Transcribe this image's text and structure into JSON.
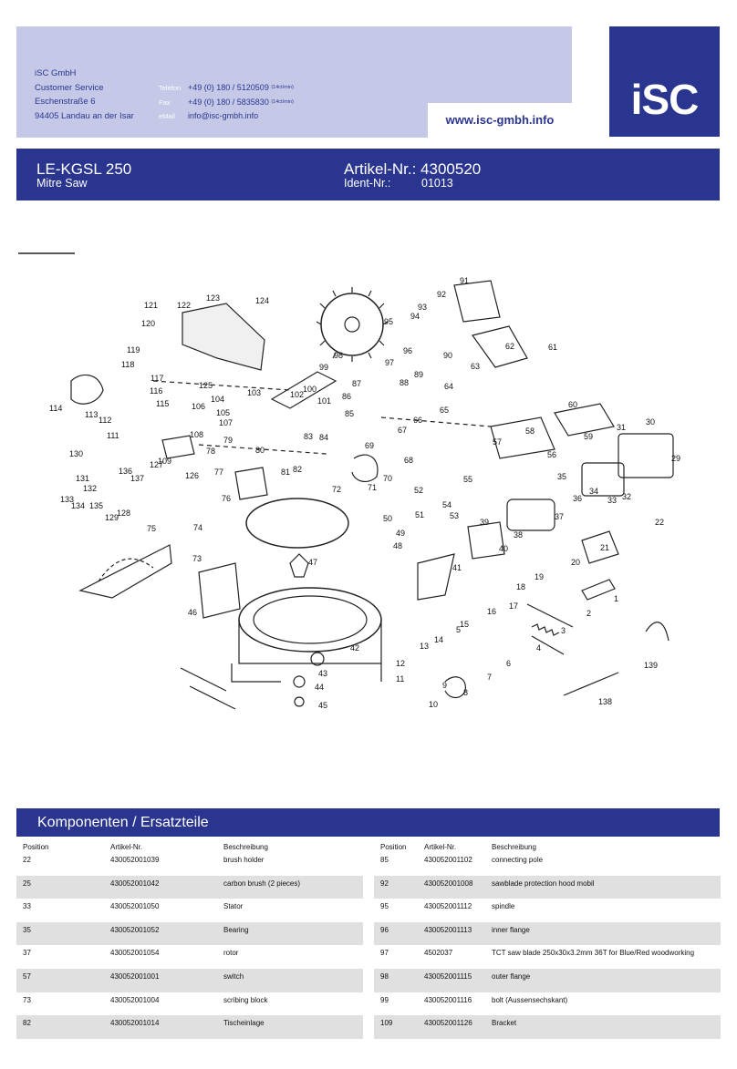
{
  "company": {
    "name": "iSC GmbH",
    "service": "Customer Service",
    "street": "Eschenstraße 6",
    "city": "94405 Landau an der Isar",
    "phone_label": "Telefon",
    "phone": "+49 (0) 180 / 5120509",
    "phone_rate": "(14ct/min)",
    "fax_label": "Fax",
    "fax": "+49 (0) 180 / 5835830",
    "fax_rate": "(14ct/min)",
    "email_label": "eMail",
    "email": "info@isc-gmbh.info",
    "website": "www.isc-gmbh.info",
    "logo": "iSC"
  },
  "product": {
    "model": "LE-KGSL 250",
    "subtitle": "Mitre Saw",
    "article_label": "Artikel-Nr.: 4300520",
    "ident_label": "Ident-Nr.:",
    "ident_value": "01013"
  },
  "section_title": "Komponenten / Ersatzteile",
  "table_headers": {
    "position": "Position",
    "article": "Artikel-Nr.",
    "description": "Beschreibung"
  },
  "parts_left": [
    {
      "pos": "22",
      "art": "430052001039",
      "desc": "brush holder"
    },
    {
      "pos": "25",
      "art": "430052001042",
      "desc": "carbon brush (2 pieces)"
    },
    {
      "pos": "33",
      "art": "430052001050",
      "desc": "Stator"
    },
    {
      "pos": "35",
      "art": "430052001052",
      "desc": "Bearing"
    },
    {
      "pos": "37",
      "art": "430052001054",
      "desc": "rotor"
    },
    {
      "pos": "57",
      "art": "430052001001",
      "desc": "switch"
    },
    {
      "pos": "73",
      "art": "430052001004",
      "desc": "scribing block"
    },
    {
      "pos": "82",
      "art": "430052001014",
      "desc": "Tischeinlage"
    }
  ],
  "parts_right": [
    {
      "pos": "85",
      "art": "430052001102",
      "desc": "connecting pole"
    },
    {
      "pos": "92",
      "art": "430052001008",
      "desc": "sawblade protection hood mobil"
    },
    {
      "pos": "95",
      "art": "430052001112",
      "desc": "spindle"
    },
    {
      "pos": "96",
      "art": "430052001113",
      "desc": "inner flange"
    },
    {
      "pos": "97",
      "art": "4502037",
      "desc": "TCT saw blade 250x30x3.2mm 36T for Blue/Red woodworking"
    },
    {
      "pos": "98",
      "art": "430052001115",
      "desc": "outer flange"
    },
    {
      "pos": "99",
      "art": "430052001116",
      "desc": "bolt (Aussensechskant)"
    },
    {
      "pos": "109",
      "art": "430052001126",
      "desc": "Bracket"
    }
  ],
  "diagram_numbers": [
    "1",
    "2",
    "3",
    "4",
    "5",
    "6",
    "7",
    "8",
    "9",
    "10",
    "11",
    "12",
    "13",
    "14",
    "15",
    "16",
    "17",
    "18",
    "19",
    "20",
    "21",
    "22",
    "29",
    "30",
    "31",
    "32",
    "33",
    "34",
    "35",
    "36",
    "37",
    "38",
    "39",
    "40",
    "41",
    "42",
    "43",
    "44",
    "45",
    "46",
    "47",
    "48",
    "49",
    "50",
    "51",
    "52",
    "53",
    "54",
    "55",
    "56",
    "57",
    "58",
    "59",
    "60",
    "61",
    "62",
    "63",
    "64",
    "65",
    "66",
    "67",
    "68",
    "69",
    "70",
    "71",
    "72",
    "73",
    "74",
    "75",
    "76",
    "77",
    "78",
    "79",
    "80",
    "81",
    "82",
    "83",
    "84",
    "85",
    "86",
    "87",
    "88",
    "89",
    "90",
    "91",
    "92",
    "93",
    "94",
    "95",
    "96",
    "97",
    "98",
    "99",
    "100",
    "101",
    "102",
    "103",
    "104",
    "105",
    "106",
    "107",
    "108",
    "109",
    "111",
    "112",
    "113",
    "114",
    "115",
    "116",
    "117",
    "118",
    "119",
    "120",
    "121",
    "122",
    "123",
    "124",
    "125",
    "126",
    "127",
    "128",
    "129",
    "130",
    "131",
    "132",
    "133",
    "134",
    "135",
    "136",
    "137",
    "138",
    "139"
  ]
}
